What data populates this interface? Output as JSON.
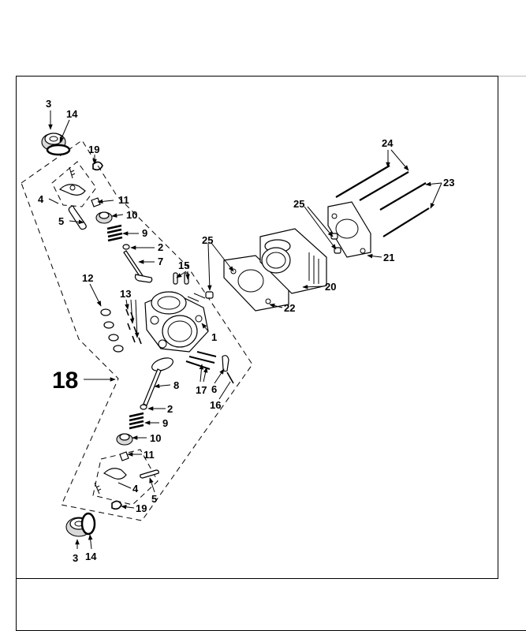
{
  "callouts": {
    "c3_top": "3",
    "c14_top": "14",
    "c19_top": "19",
    "c4_top": "4",
    "c11_top": "11",
    "c5_top": "5",
    "c10_top": "10",
    "c9_top": "9",
    "c2_top": "2",
    "c7": "7",
    "c15": "15",
    "c12": "12",
    "c13": "13",
    "c1": "1",
    "c18": "18",
    "c8": "8",
    "c17": "17",
    "c6": "6",
    "c16": "16",
    "c2_bot": "2",
    "c9_bot": "9",
    "c10_bot": "10",
    "c11_bot": "11",
    "c4_bot": "4",
    "c5_bot": "5",
    "c19_bot": "19",
    "c3_bot": "3",
    "c14_bot": "14",
    "c24": "24",
    "c23": "23",
    "c25_right": "25",
    "c25_left": "25",
    "c21": "21",
    "c20": "20",
    "c22": "22"
  }
}
